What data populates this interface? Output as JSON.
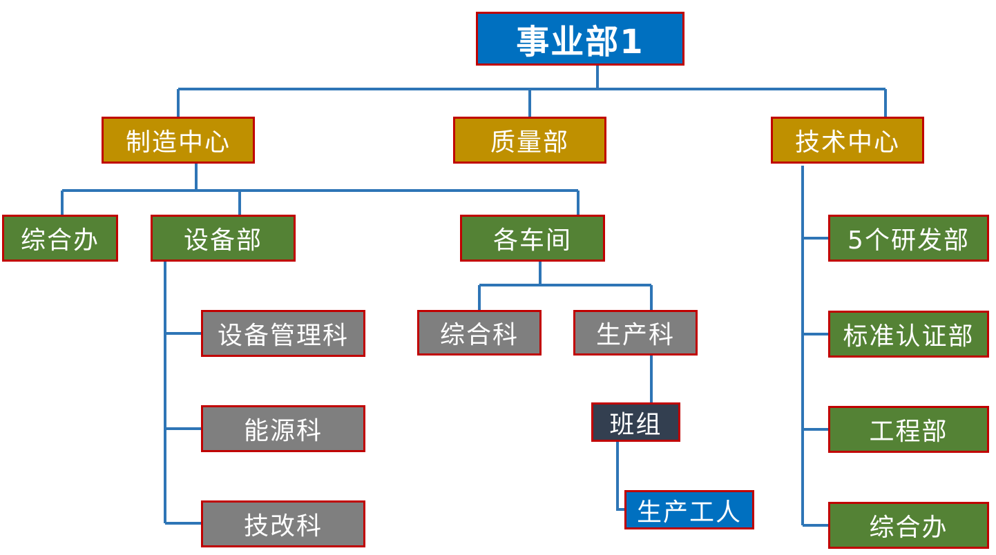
{
  "root": {
    "label": "事业部1"
  },
  "level1": {
    "manufacturing": "制造中心",
    "quality": "质量部",
    "technology": "技术中心"
  },
  "manufacturing_children": {
    "office": "综合办",
    "equipment": "设备部",
    "workshops": "各车间"
  },
  "technology_children": [
    "5个研发部",
    "标准认证部",
    "工程部",
    "综合办"
  ],
  "equipment_children": [
    "设备管理科",
    "能源科",
    "技改科"
  ],
  "workshop_children": {
    "general": "综合科",
    "production": "生产科"
  },
  "team": "班组",
  "workers": "生产工人",
  "colors": {
    "connector": "#2e75b6",
    "border": "#c00000",
    "root": "#0070c0",
    "level1": "#bf9000",
    "level2": "#548235",
    "level3": "#7f7f7f",
    "team": "#333f50",
    "workers": "#0070c0"
  }
}
